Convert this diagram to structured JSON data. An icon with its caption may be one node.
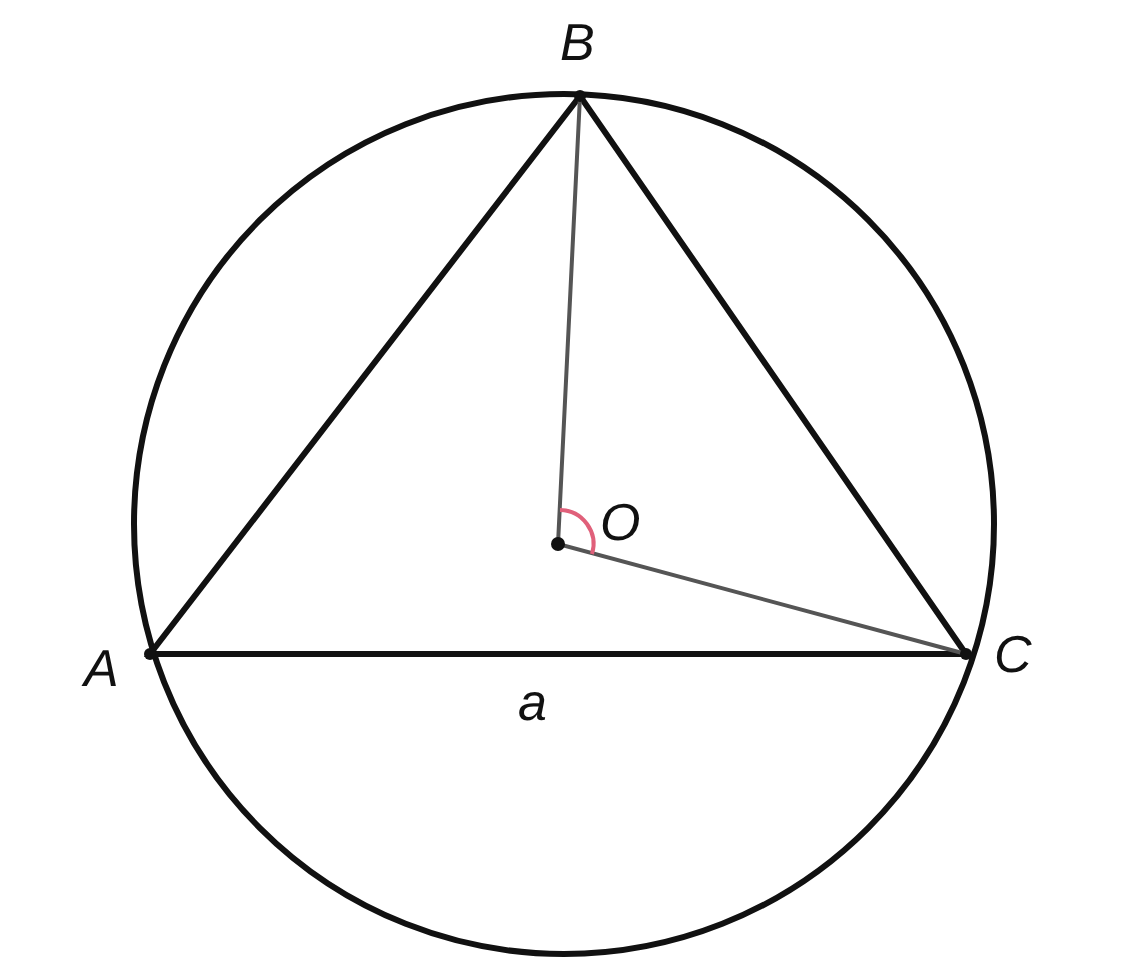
{
  "diagram": {
    "labels": [
      "B",
      "O",
      "A",
      "C",
      "a"
    ]
  }
}
